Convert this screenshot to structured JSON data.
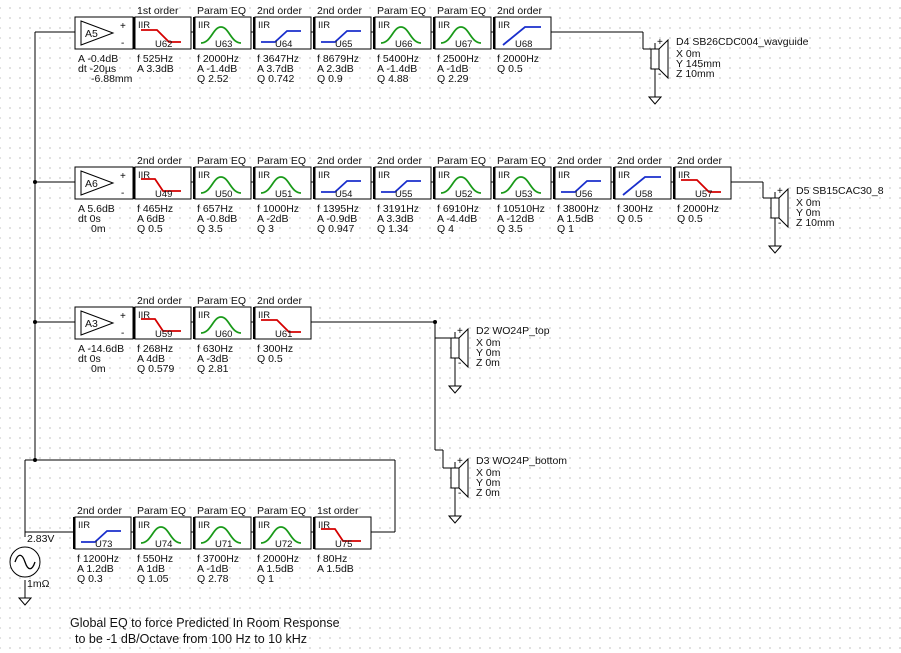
{
  "amplifiers": [
    {
      "name": "A5",
      "params": [
        "A  -0.4dB",
        "dt -20µs",
        "-6.88mm"
      ]
    },
    {
      "name": "A6",
      "params": [
        "A  5.6dB",
        "dt 0s",
        "0m"
      ]
    },
    {
      "name": "A3",
      "params": [
        "A  -14.6dB",
        "dt 0s",
        "0m"
      ]
    }
  ],
  "rows": [
    [
      {
        "title": "1st order",
        "id": "U62",
        "curve": "lowpass",
        "color": "#d40000",
        "params": [
          "f  525Hz",
          "A  3.3dB"
        ]
      },
      {
        "title": "Param EQ",
        "id": "U63",
        "curve": "peak",
        "color": "#1a9a1a",
        "params": [
          "f  2000Hz",
          "A  -1.4dB",
          "Q  2.52"
        ]
      },
      {
        "title": "2nd order",
        "id": "U64",
        "curve": "shelf",
        "color": "#1a2fcc",
        "params": [
          "f  3647Hz",
          "A  3.7dB",
          "Q  0.742"
        ]
      },
      {
        "title": "2nd order",
        "id": "U65",
        "curve": "shelf",
        "color": "#1a2fcc",
        "params": [
          "f  8679Hz",
          "A  2.3dB",
          "Q  0.9"
        ]
      },
      {
        "title": "Param EQ",
        "id": "U66",
        "curve": "peak",
        "color": "#1a9a1a",
        "params": [
          "f  5400Hz",
          "A  -1.4dB",
          "Q  4.88"
        ]
      },
      {
        "title": "Param EQ",
        "id": "U67",
        "curve": "peak",
        "color": "#1a9a1a",
        "params": [
          "f  2500Hz",
          "A  -1dB",
          "Q  2.29"
        ]
      },
      {
        "title": "2nd order",
        "id": "U68",
        "curve": "highpass",
        "color": "#1a2fcc",
        "params": [
          "f  2000Hz",
          "Q  0.5"
        ]
      }
    ],
    [
      {
        "title": "2nd order",
        "id": "U49",
        "curve": "lowshelf",
        "color": "#d40000",
        "params": [
          "f  465Hz",
          "A  6dB",
          "Q  0.5"
        ]
      },
      {
        "title": "Param EQ",
        "id": "U50",
        "curve": "peak",
        "color": "#1a9a1a",
        "params": [
          "f  657Hz",
          "A  -0.8dB",
          "Q  3.5"
        ]
      },
      {
        "title": "Param EQ",
        "id": "U51",
        "curve": "peak",
        "color": "#1a9a1a",
        "params": [
          "f  1000Hz",
          "A  -2dB",
          "Q  3"
        ]
      },
      {
        "title": "2nd order",
        "id": "U54",
        "curve": "shelf",
        "color": "#1a2fcc",
        "params": [
          "f  1395Hz",
          "A  -0.9dB",
          "Q  0.947"
        ]
      },
      {
        "title": "2nd order",
        "id": "U55",
        "curve": "shelf",
        "color": "#1a2fcc",
        "params": [
          "f  3191Hz",
          "A  3.3dB",
          "Q  1.34"
        ]
      },
      {
        "title": "Param EQ",
        "id": "U52",
        "curve": "peak",
        "color": "#1a9a1a",
        "params": [
          "f  6910Hz",
          "A  -4.4dB",
          "Q  4"
        ]
      },
      {
        "title": "Param EQ",
        "id": "U53",
        "curve": "peak",
        "color": "#1a9a1a",
        "params": [
          "f  10510Hz",
          "A  -12dB",
          "Q  3.5"
        ]
      },
      {
        "title": "2nd order",
        "id": "U56",
        "curve": "shelf",
        "color": "#1a2fcc",
        "params": [
          "f  3800Hz",
          "A  1.5dB",
          "Q  1"
        ]
      },
      {
        "title": "2nd order",
        "id": "U58",
        "curve": "highpass",
        "color": "#1a2fcc",
        "params": [
          "f  300Hz",
          "Q  0.5"
        ]
      },
      {
        "title": "2nd order",
        "id": "U57",
        "curve": "lowpass",
        "color": "#d40000",
        "params": [
          "f  2000Hz",
          "Q  0.5"
        ]
      }
    ],
    [
      {
        "title": "2nd order",
        "id": "U59",
        "curve": "lowshelf",
        "color": "#d40000",
        "params": [
          "f  268Hz",
          "A  4dB",
          "Q  0.579"
        ]
      },
      {
        "title": "Param EQ",
        "id": "U60",
        "curve": "peak",
        "color": "#1a9a1a",
        "params": [
          "f  630Hz",
          "A  -3dB",
          "Q  2.81"
        ]
      },
      {
        "title": "2nd order",
        "id": "U61",
        "curve": "lowpass",
        "color": "#d40000",
        "params": [
          "f  300Hz",
          "Q  0.5"
        ]
      }
    ],
    [
      {
        "title": "2nd order",
        "id": "U73",
        "curve": "shelf",
        "color": "#1a2fcc",
        "params": [
          "f  1200Hz",
          "A  1.2dB",
          "Q  0.3"
        ]
      },
      {
        "title": "Param EQ",
        "id": "U74",
        "curve": "peak",
        "color": "#1a9a1a",
        "params": [
          "f  550Hz",
          "A  1dB",
          "Q  1.05"
        ]
      },
      {
        "title": "Param EQ",
        "id": "U71",
        "curve": "peak",
        "color": "#1a9a1a",
        "params": [
          "f  3700Hz",
          "A  -1dB",
          "Q  2.78"
        ]
      },
      {
        "title": "Param EQ",
        "id": "U72",
        "curve": "peak",
        "color": "#1a9a1a",
        "params": [
          "f  2000Hz",
          "A  1.5dB",
          "Q  1"
        ]
      },
      {
        "title": "1st order",
        "id": "U75",
        "curve": "lowshelf",
        "color": "#d40000",
        "params": [
          "f  80Hz",
          "A  1.5dB"
        ]
      }
    ]
  ],
  "drivers": [
    {
      "name": "D4 SB26CDC004_wavguide",
      "color": "#1a2fcc",
      "params": [
        "X 0m",
        "Y 145mm",
        "Z 10mm"
      ]
    },
    {
      "name": "D5 SB15CAC30_8",
      "color": "#1a2fcc",
      "params": [
        "X 0m",
        "Y 0m",
        "Z 10mm"
      ]
    },
    {
      "name": "D2 WO24P_top",
      "color": "#d40000",
      "params": [
        "X 0m",
        "Y 0m",
        "Z 0m"
      ]
    },
    {
      "name": "D3 WO24P_bottom",
      "color": "#1a9a1a",
      "params": [
        "X 0m",
        "Y 0m",
        "Z 0m"
      ]
    }
  ],
  "source": {
    "voltage": "2.83V",
    "resistance": "1mΩ"
  },
  "block_type_label": "IIR",
  "note": {
    "line1": "Global EQ to force Predicted In Room Response",
    "line2": "to be -1 dB/Octave from 100 Hz to 10 kHz"
  }
}
